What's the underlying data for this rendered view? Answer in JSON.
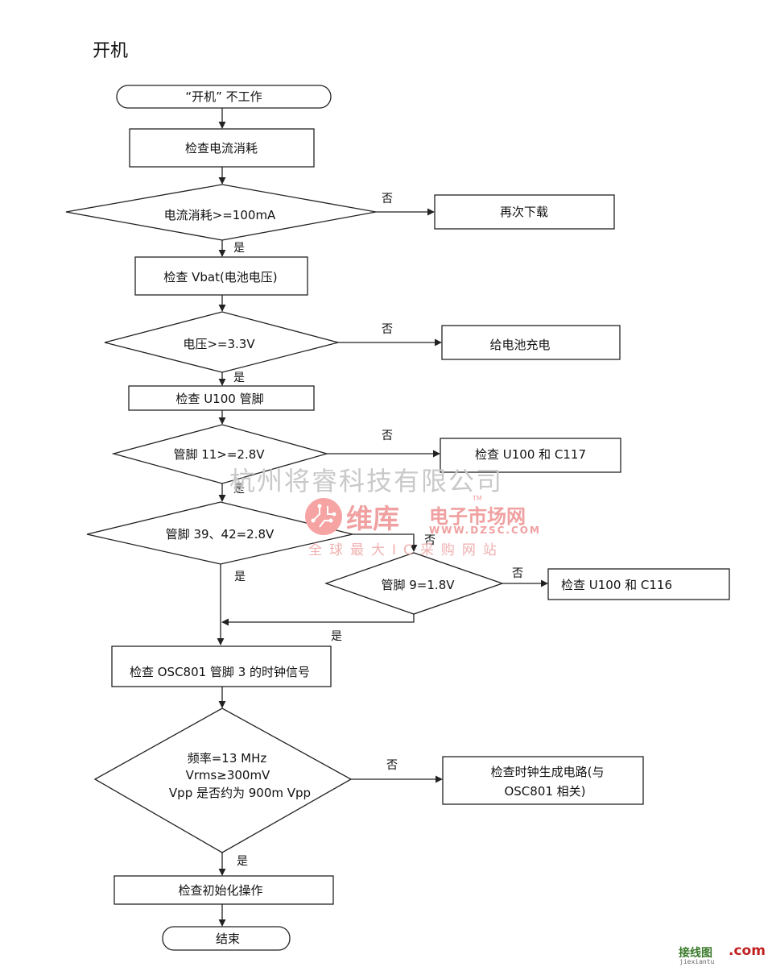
{
  "page_title": "开机",
  "flowchart": {
    "start": "“开机” 不工作",
    "step_check_current": "检查电流消耗",
    "dec_current": "电流消耗>=100mA",
    "redownload": "再次下载",
    "step_check_vbat": "检查 Vbat(电池电压)",
    "dec_voltage": "电压>=3.3V",
    "charge_battery": "给电池充电",
    "step_check_u100": "检查 U100 管脚",
    "dec_pin11": "管脚 11>=2.8V",
    "check_u100_c117": "检查 U100 和 C117",
    "dec_pin39_42": "管脚 39、42=2.8V",
    "dec_pin9": "管脚 9=1.8V",
    "check_u100_c116": "检查 U100 和 C116",
    "step_check_osc": "检查 OSC801 管脚 3 的时钟信号",
    "dec_clock_lines": [
      "频率=13 MHz",
      "Vrms≥300mV",
      "Vpp 是否约为 900m Vpp"
    ],
    "check_clock_gen_lines": [
      "检查时钟生成电路(与",
      "OSC801 相关)"
    ],
    "step_check_init": "检查初始化操作",
    "end": "结束",
    "yes": "是",
    "no": "否"
  },
  "watermarks": {
    "company": "杭州将睿科技有限公司",
    "brand": "维库",
    "brand_sub": "电子市场网",
    "tm": "TM",
    "url": "WWW.DZSC.COM",
    "slogan": "全球最大IC采购网站",
    "site_cn": "接线图",
    "site_com": ".com",
    "site_pinyin": "jiexiantu"
  }
}
